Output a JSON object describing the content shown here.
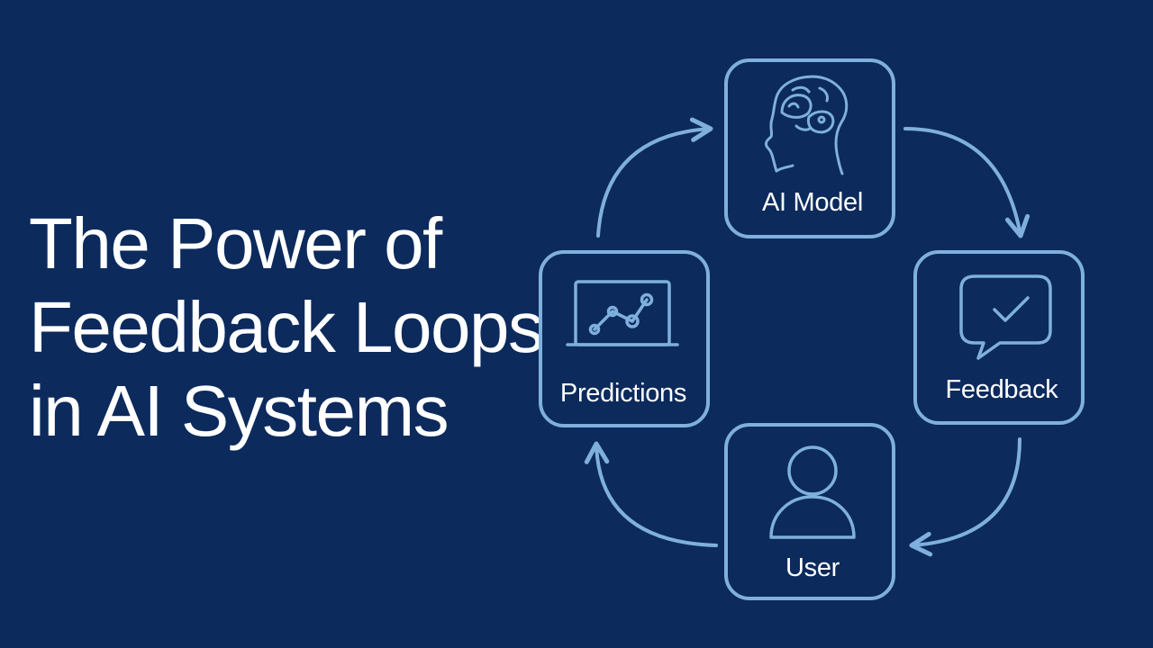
{
  "title": {
    "lines": [
      "The Power of",
      "Feedback Loops",
      "in AI Systems"
    ]
  },
  "colors": {
    "background": "#0c2a5c",
    "stroke": "#7fb0dd",
    "text": "#ffffff"
  },
  "nodes": [
    {
      "id": "ai-model",
      "label": "AI Model",
      "icon": "brain-head-icon"
    },
    {
      "id": "feedback",
      "label": "Feedback",
      "icon": "chat-check-icon"
    },
    {
      "id": "user",
      "label": "User",
      "icon": "user-icon"
    },
    {
      "id": "predictions",
      "label": "Predictions",
      "icon": "chart-monitor-icon"
    }
  ],
  "edges": [
    {
      "from": "ai-model",
      "to": "feedback"
    },
    {
      "from": "feedback",
      "to": "user"
    },
    {
      "from": "user",
      "to": "predictions"
    },
    {
      "from": "predictions",
      "to": "ai-model"
    }
  ]
}
